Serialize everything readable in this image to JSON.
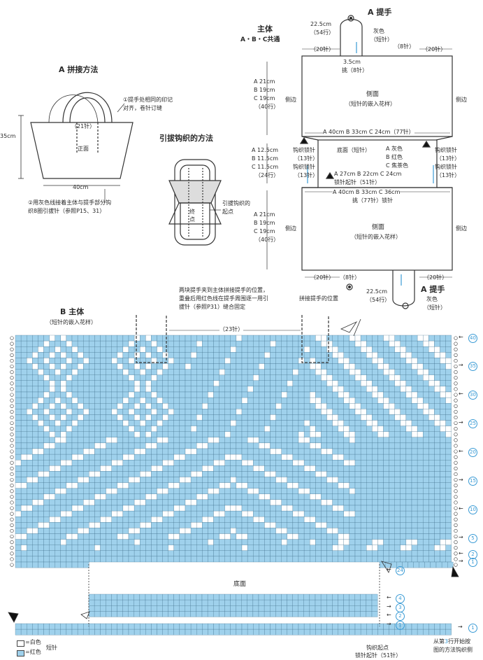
{
  "colors": {
    "blue": "#9fd1ec",
    "blue_dark": "#7bbfe3",
    "white": "#ffffff",
    "line": "#333333",
    "accent": "#3a9bd5"
  },
  "section_a_method": {
    "title": "A 拼接方法",
    "note1_line1": "①提手处相同的印记",
    "note1_line2": "对齐，卷针订缝",
    "stitches_21": "（21针）",
    "front": "正面",
    "height": "35cm",
    "width": "40cm",
    "note2_line1": "②用灰色线接着主体与提手部分钩",
    "note2_line2": "织8圈引拔针（参照P15、31）"
  },
  "slip_method": {
    "title": "引拔钩织的方法",
    "end_point_1": "终",
    "end_point_2": "点",
    "start_label_1": "引拔钩织的",
    "start_label_2": "起点"
  },
  "main_body": {
    "title_1": "主体",
    "title_2": "A・B・C共通",
    "handle_title_top": "A 提手",
    "handle_title_bottom": "A 提手",
    "handle_len": "22.5cm",
    "handle_rows": "（54行）",
    "gray": "灰色",
    "short_st": "（短针）",
    "st_20": "（20针）",
    "st_8": "（8针）",
    "h_3_5": "3.5cm",
    "pick_8": "挑（8针）",
    "upper_h_a": "A 21cm",
    "upper_h_b": "B 19cm",
    "upper_h_c": "C 19cm",
    "upper_rows": "（40行）",
    "side_edge": "侧边",
    "side_face": "侧面",
    "side_face_sub": "（短针的嵌入花样）",
    "width_top": "A 40cm B 33cm C 24cm（77针）",
    "mid_h_a": "A 12.5cm",
    "mid_h_b": "B 11.5cm",
    "mid_h_c": "C 11.5cm",
    "mid_rows": "（24行）",
    "crochet_chain": "钩织锁针",
    "st_13": "（13针）",
    "base_face": "底面（短针）",
    "color_a": "A 灰色",
    "color_b": "B 红色",
    "color_c": "C 焦茶色",
    "base_width": "A 27cm B 22cm C 24cm",
    "chain_start": "锁针起针（51针）",
    "width_bottom": "A 40cm B 33cm C 36cm",
    "pick_77": "挑（77针）锁针",
    "lower_h_a": "A 21cm",
    "lower_h_b": "B 19cm",
    "lower_h_c": "C 19cm",
    "lower_rows": "（40行）"
  },
  "chart": {
    "title": "B 主体",
    "subtitle": "（短针的嵌入花样）",
    "note_line1": "两块提手夹到主体拼接提手的位置，",
    "note_line2": "重叠后用红色线在提手周围逐一用引",
    "note_line3": "拔针（参照P31）缝合固定",
    "attach_pos": "拼接提手的位置",
    "st_23": "（23针）",
    "row_40": "40",
    "row_35": "35",
    "row_30": "30",
    "row_25": "25",
    "row_20": "20",
    "row_15": "15",
    "row_10": "10",
    "row_5": "5",
    "row_2": "2",
    "row_1": "1",
    "row_24": "24",
    "base_label": "底面",
    "base_4": "4",
    "base_3": "3",
    "base_2": "2",
    "base_1": "1",
    "start_1": "1",
    "start_label": "钩织起点",
    "chain_start": "锁针起针（51针）",
    "legend_white": "=白色",
    "legend_red": "=红色",
    "legend_short": "短针",
    "note_right_1": "从第",
    "note_right_3": "3",
    "note_right_2": "行开始按",
    "note_right_4": "图的方法钩织侧"
  }
}
